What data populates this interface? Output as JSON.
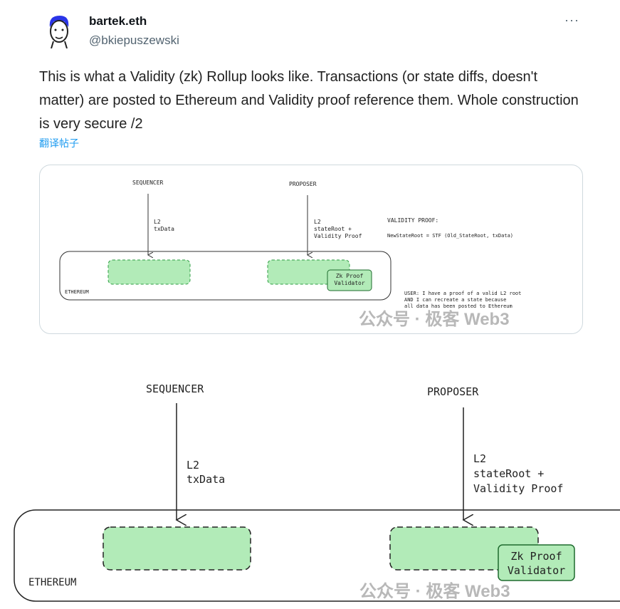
{
  "author": {
    "name": "bartek.eth",
    "handle": "@bkiepuszewski"
  },
  "more_label": "···",
  "tweet_text": "This is what a Validity (zk) Rollup looks like. Transactions (or state diffs, doesn't matter) are posted to Ethereum and Validity proof reference them. Whole construction is very secure /2",
  "translate_label": "翻译帖子",
  "diagram": {
    "sequencer": "SEQUENCER",
    "proposer": "PROPOSER",
    "seq_label_1": "L2",
    "seq_label_2": "txData",
    "prop_label_1": "L2",
    "prop_label_2": "stateRoot +",
    "prop_label_3": "Validity Proof",
    "zk_1": "Zk Proof",
    "zk_2": "Validator",
    "ethereum": "ETHEREUM",
    "validity_title": "VALIDITY PROOF:",
    "formula": "NewStateRoot = STF (Old_StateRoot, txData)",
    "user_1": "USER: I have a proof of a valid L2 root",
    "user_2": "AND I can recreate a state because",
    "user_3": "all data has been posted to Ethereum"
  },
  "watermark": "公众号 · 极客 Web3",
  "colors": {
    "green_fill": "#b2ebb8",
    "green_stroke": "#2f9e44",
    "link": "#1d9bf0"
  }
}
